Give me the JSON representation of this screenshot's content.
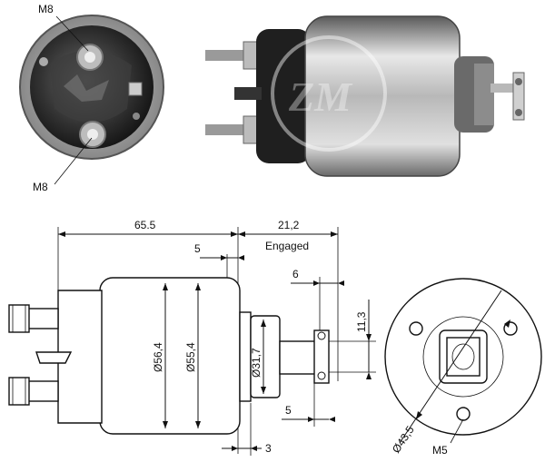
{
  "photo_labels": {
    "top_terminal": "M8",
    "bottom_terminal": "M8"
  },
  "dimensions": {
    "overall_length": "65.5",
    "stroke": "21,2",
    "stroke_note": "Engaged",
    "flange_offset": "5",
    "plunger_offset": "6",
    "fork_height": "11,3",
    "body_diameter_outer": "Ø56,4",
    "body_diameter_inner": "Ø55,4",
    "nose_diameter": "Ø31,7",
    "bottom_offset_5": "5",
    "bottom_offset_3": "3",
    "bolt_circle": "Ø43,5",
    "mount_thread": "M5"
  },
  "colors": {
    "line": "#111111",
    "metal_light": "#d9d9d9",
    "metal_mid": "#9a9a9a",
    "metal_dark": "#2a2a2a"
  }
}
